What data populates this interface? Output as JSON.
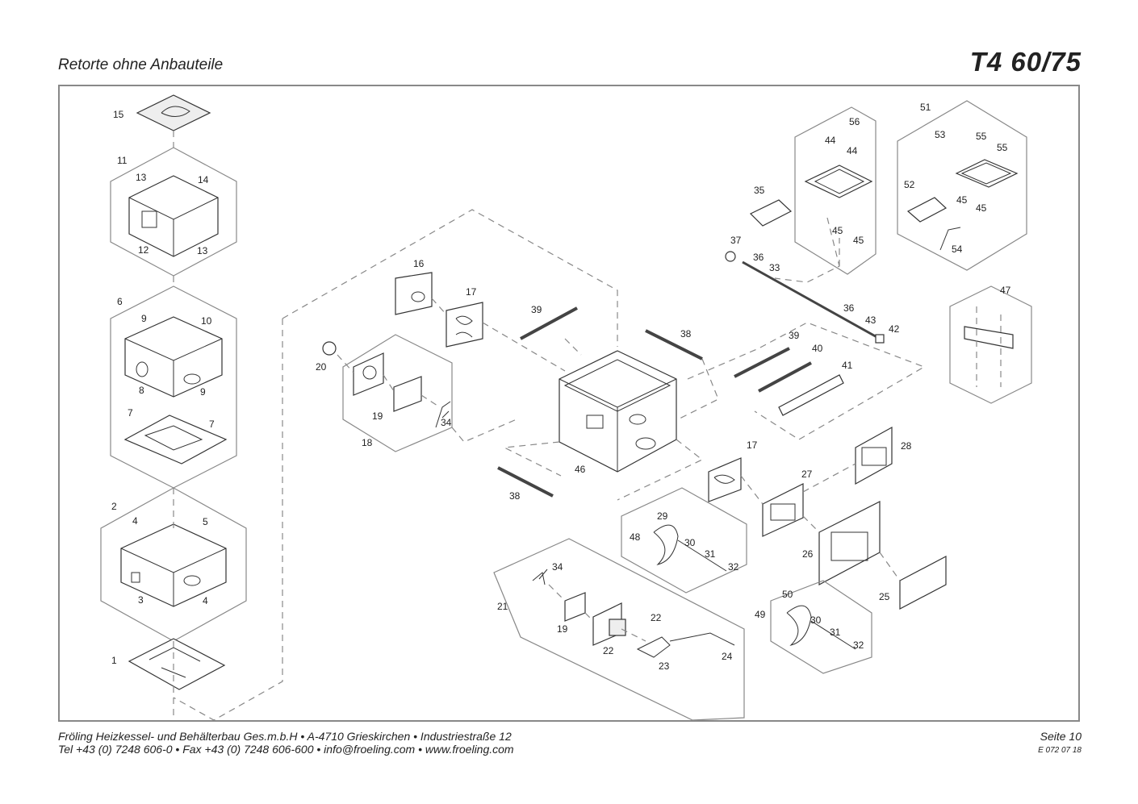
{
  "header": {
    "title": "Retorte ohne Anbauteile",
    "model": "T4 60/75"
  },
  "footer": {
    "company_line": "Fröling Heizkessel- und Behälterbau Ges.m.b.H   •  A-4710 Grieskirchen   •  Industriestraße 12",
    "contact_line": "Tel +43 (0) 7248 606-0   •  Fax +43 (0) 7248 606-600  •  info@froeling.com  •  www.froeling.com",
    "page": "Seite 10",
    "doc_code": "E 072 07 18"
  },
  "labels": {
    "l1": "1",
    "l2": "2",
    "l3": "3",
    "l4a": "4",
    "l4b": "4",
    "l5": "5",
    "l6": "6",
    "l7a": "7",
    "l7b": "7",
    "l8": "8",
    "l9a": "9",
    "l9b": "9",
    "l10": "10",
    "l11": "11",
    "l12": "12",
    "l13a": "13",
    "l13b": "13",
    "l14": "14",
    "l15": "15",
    "l16": "16",
    "l17a": "17",
    "l17b": "17",
    "l18": "18",
    "l19a": "19",
    "l19b": "19",
    "l20": "20",
    "l21": "21",
    "l22a": "22",
    "l22b": "22",
    "l23": "23",
    "l24": "24",
    "l25": "25",
    "l26": "26",
    "l27": "27",
    "l28": "28",
    "l29": "29",
    "l30a": "30",
    "l30b": "30",
    "l31a": "31",
    "l31b": "31",
    "l32a": "32",
    "l32b": "32",
    "l33": "33",
    "l34a": "34",
    "l34b": "34",
    "l35": "35",
    "l36a": "36",
    "l36b": "36",
    "l37": "37",
    "l38a": "38",
    "l38b": "38",
    "l39a": "39",
    "l39b": "39",
    "l40": "40",
    "l41": "41",
    "l42": "42",
    "l43": "43",
    "l44a": "44",
    "l44b": "44",
    "l45a": "45",
    "l45b": "45",
    "l45c": "45",
    "l45d": "45",
    "l46": "46",
    "l47": "47",
    "l48": "48",
    "l49": "49",
    "l50": "50",
    "l51": "51",
    "l52": "52",
    "l53": "53",
    "l54": "54",
    "l55a": "55",
    "l55b": "55",
    "l56": "56"
  }
}
